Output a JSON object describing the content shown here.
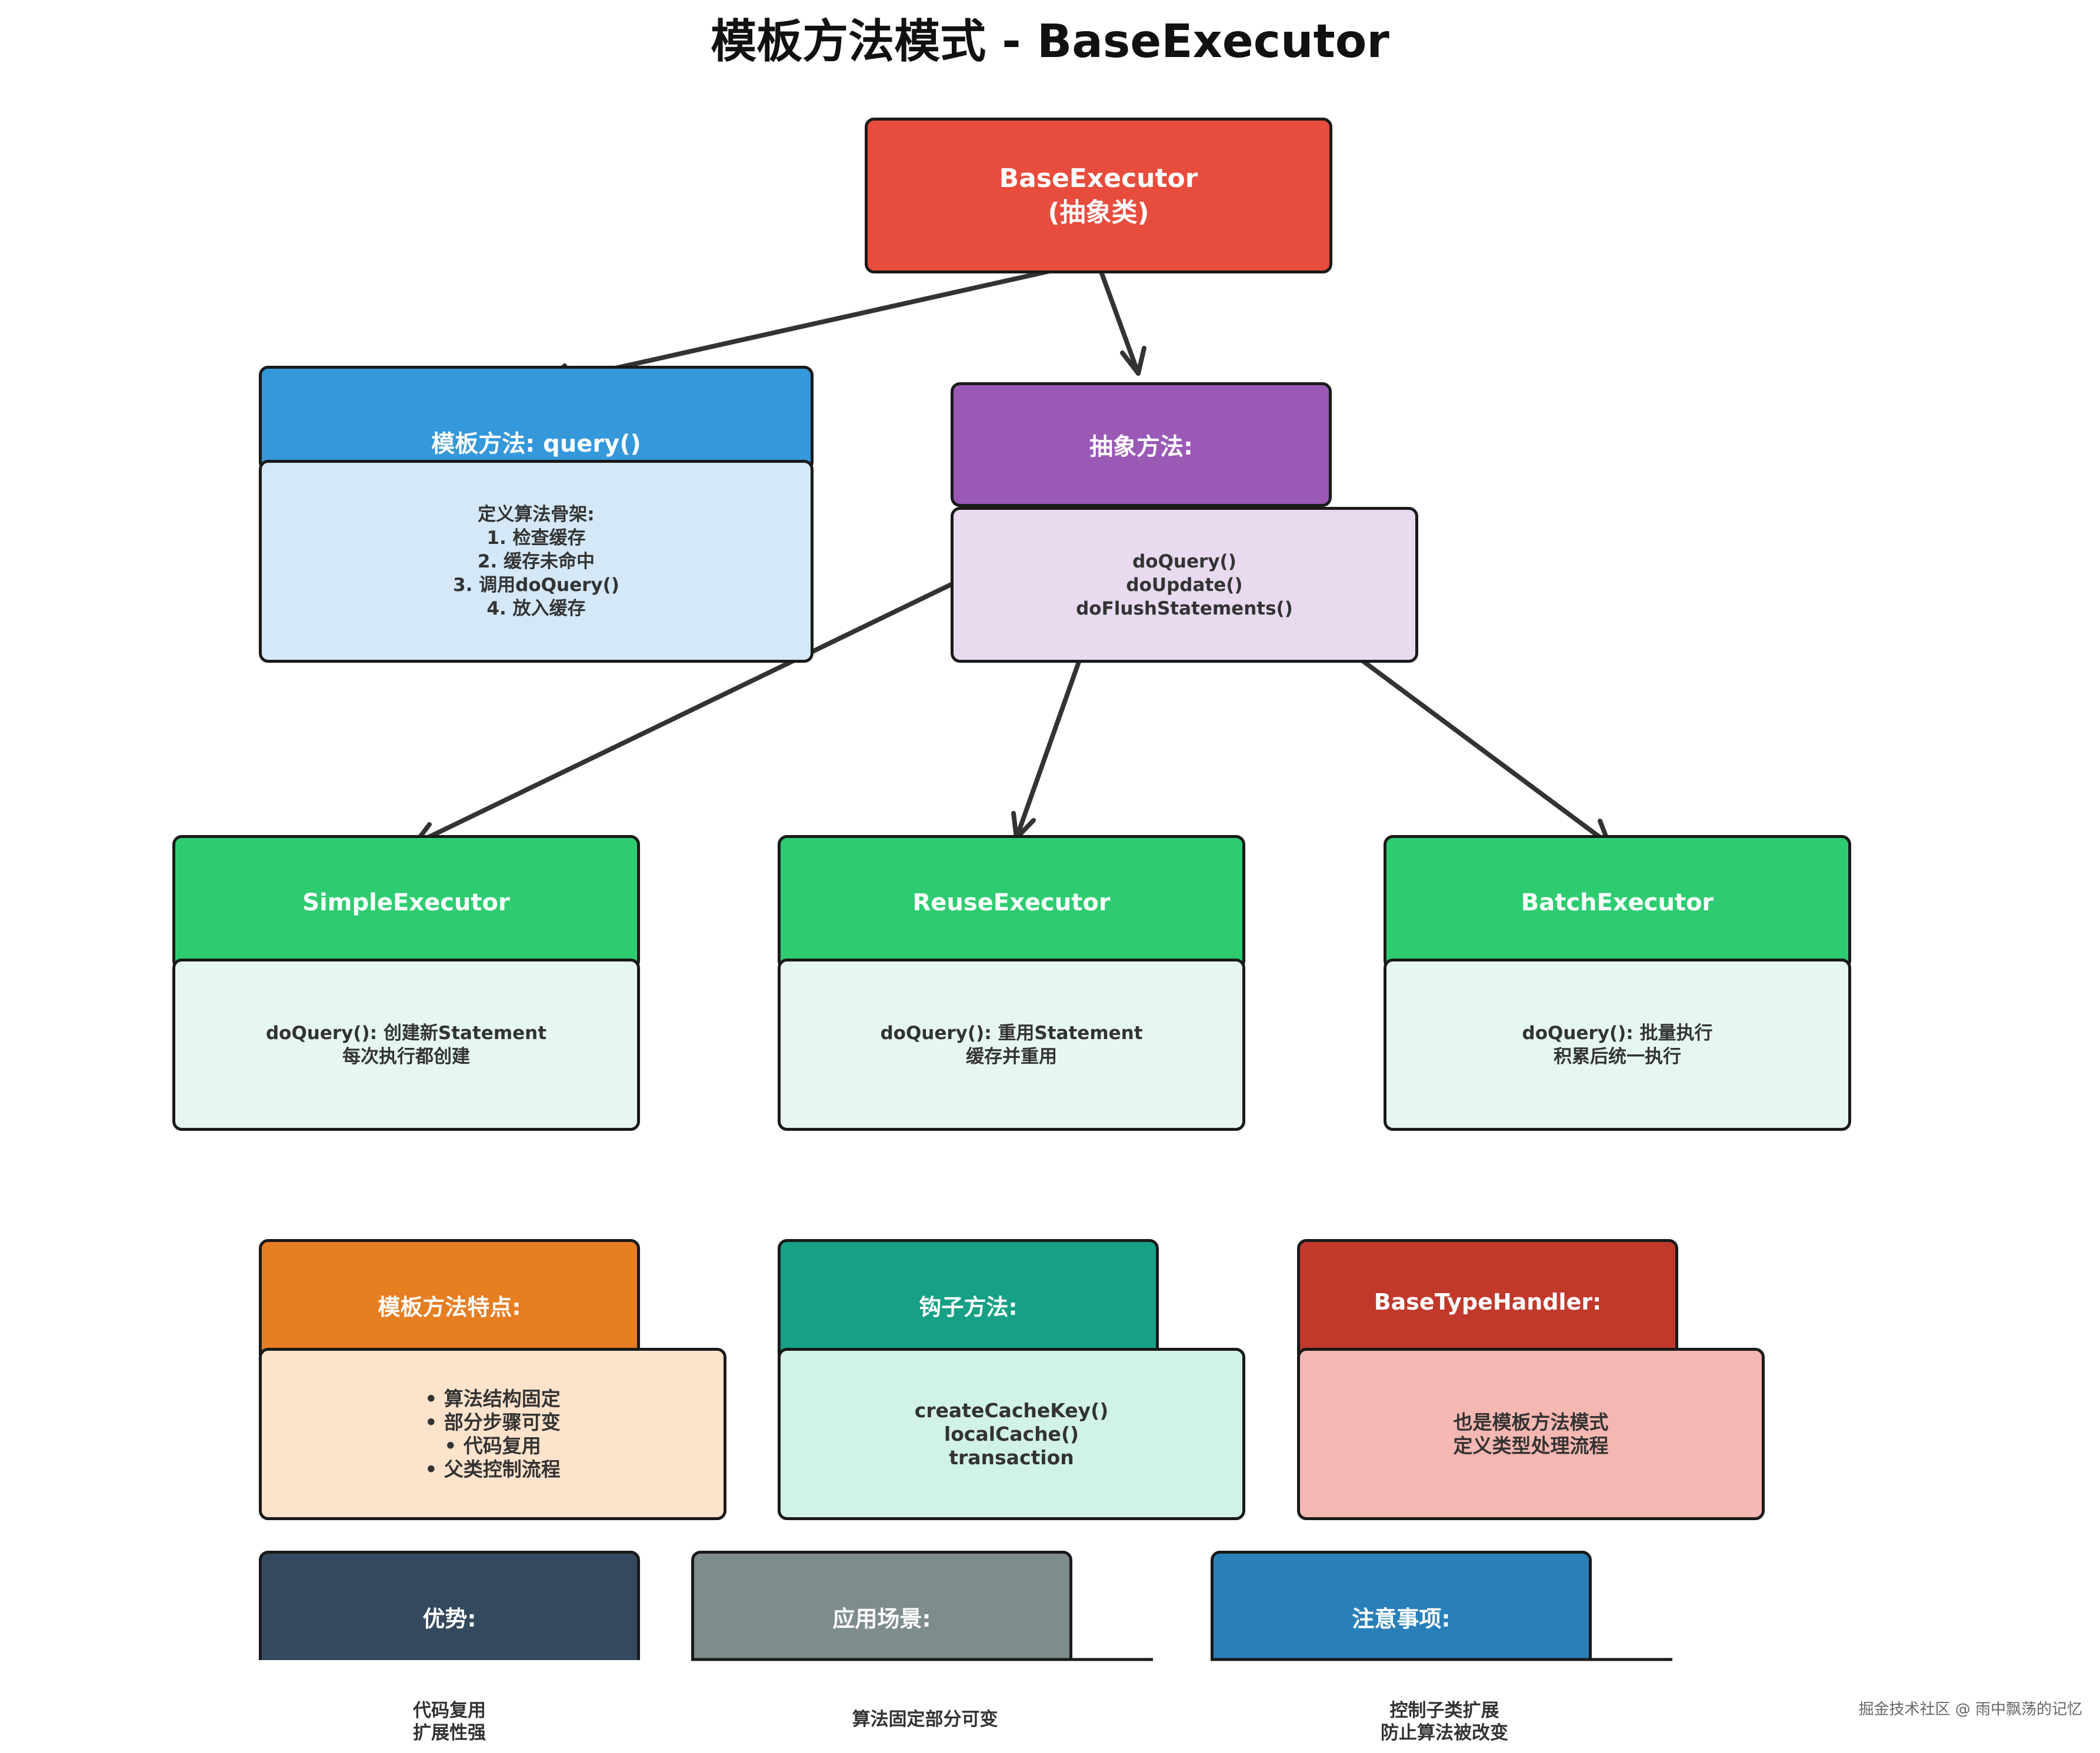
{
  "title": "模板方法模式 - BaseExecutor",
  "base": {
    "label": "BaseExecutor\n(抽象类)"
  },
  "template_method": {
    "header": "模板方法: query()",
    "body": "定义算法骨架:\n1. 检查缓存\n2. 缓存未命中\n3. 调用doQuery()\n4. 放入缓存"
  },
  "abstract_methods": {
    "header": "抽象方法:",
    "body": "doQuery()\ndoUpdate()\ndoFlushStatements()"
  },
  "executors": [
    {
      "header": "SimpleExecutor",
      "body": "doQuery(): 创建新Statement\n每次执行都创建"
    },
    {
      "header": "ReuseExecutor",
      "body": "doQuery(): 重用Statement\n缓存并重用"
    },
    {
      "header": "BatchExecutor",
      "body": "doQuery(): 批量执行\n积累后统一执行"
    }
  ],
  "features": {
    "header": "模板方法特点:",
    "body": "• 算法结构固定\n• 部分步骤可变\n• 代码复用\n• 父类控制流程"
  },
  "hooks": {
    "header": "钩子方法:",
    "body": "createCacheKey()\nlocalCache()\ntransaction"
  },
  "type_handler": {
    "header": "BaseTypeHandler:",
    "body": "也是模板方法模式\n定义类型处理流程"
  },
  "advantages": {
    "header": "优势:",
    "body": "代码复用\n扩展性强"
  },
  "scenarios": {
    "header": "应用场景:",
    "body": "算法固定部分可变"
  },
  "notes": {
    "header": "注意事项:",
    "body": "控制子类扩展\n防止算法被改变"
  },
  "watermark": "掘金技术社区 @ 雨中飘荡的记忆",
  "colors": {
    "base": "#e74c3c",
    "template_header": "#3498db",
    "template_body": "#d4e8f7",
    "abstract_header": "#9b59b6",
    "abstract_body": "#e8daef",
    "executor_header": "#2ecc71",
    "executor_body": "#e6f6f1",
    "features_header": "#e67e22",
    "features_body": "#fde3cc",
    "hooks_header": "#16a085",
    "hooks_body": "#d1f2e6",
    "handler_header": "#c0392b",
    "handler_body": "#f5b7b1",
    "advantages_header": "#34495e",
    "scenarios_header": "#7f8c8d",
    "notes_header": "#2980b9"
  }
}
